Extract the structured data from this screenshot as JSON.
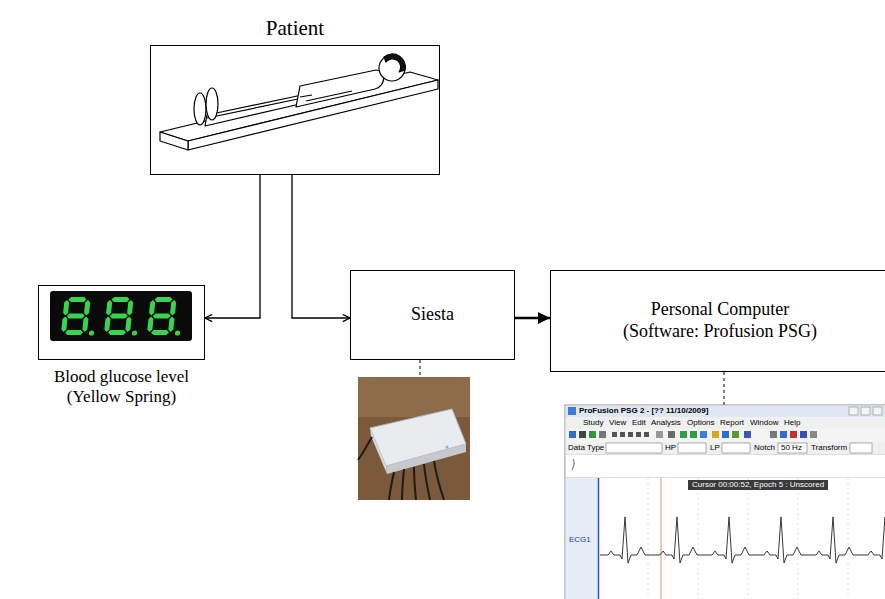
{
  "diagram": {
    "nodes": [
      {
        "text": [
          "Patient"
        ]
      },
      {
        "text": [
          "Blood glucose level (Yellow Spring)"
        ]
      },
      {
        "text": [
          "Siesta"
        ]
      },
      {
        "text": [
          "Personal Computer (Software: Profusion PSG)"
        ]
      }
    ],
    "edges": [
      {
        "from": 0,
        "to": 1,
        "arrow": "to"
      },
      {
        "from": 0,
        "to": 2,
        "arrow": "to"
      },
      {
        "from": 2,
        "to": 3,
        "arrow": "to"
      }
    ],
    "labels": [
      "ProFusion PSG 2 - [?? 11/10/2009]",
      "Study",
      "View",
      "Edit",
      "Analysis",
      "Options",
      "Report",
      "Window",
      "Help",
      "Data Type",
      "HP",
      "LP",
      "Notch",
      "50 Hz",
      "Transform",
      "Cursor 00:00:52, Epoch 5 : Unscored",
      "ECG1"
    ]
  }
}
